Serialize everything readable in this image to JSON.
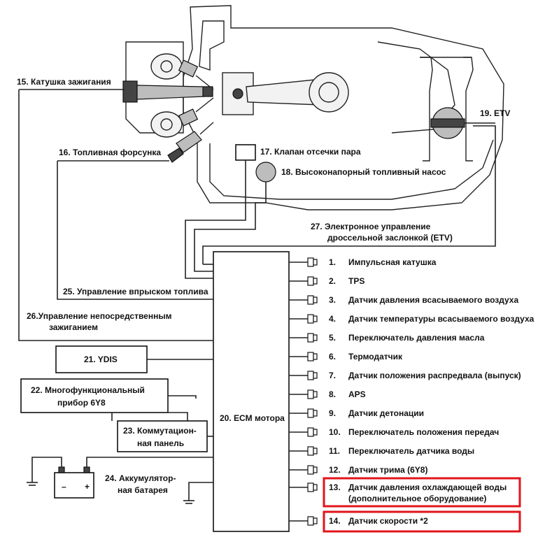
{
  "colors": {
    "highlight": "#e2141c",
    "line": "#222222"
  },
  "labels": {
    "c15": "15. Катушка зажигания",
    "c16": "16. Топливная форсунка",
    "c17": "17. Клапан отсечки пара",
    "c18": "18. Высоконапорный топливный насос",
    "c19": "19. ETV",
    "c27_1": "27.  Электронное управление",
    "c27_2": "дроссельной заслонкой (ETV)",
    "c25": "25. Управление впрыском топлива",
    "c26_1": "26.Управление непосредственным",
    "c26_2": "зажиганием",
    "c21": "21. YDIS",
    "c22_1": "22.  Многофункциональный",
    "c22_2": "прибор 6Y8",
    "c23_1": "23. Коммутацион-",
    "c23_2": "ная панель",
    "c24_1": "24.  Аккумулятор-",
    "c24_2": "ная батарея",
    "c20": "20. ECM мотора",
    "battery_minus": "–",
    "battery_plus": "+"
  },
  "sensors": [
    {
      "num": "1.",
      "text": "Импульсная катушка"
    },
    {
      "num": "2.",
      "text": "TPS"
    },
    {
      "num": "3.",
      "text": "Датчик давления всасываемого воздуха"
    },
    {
      "num": "4.",
      "text": "Датчик температуры всасываемого воздуха"
    },
    {
      "num": "5.",
      "text": "Переключатель давления масла"
    },
    {
      "num": "6.",
      "text": "Термодатчик"
    },
    {
      "num": "7.",
      "text": "Датчик положения распредвала (выпуск)"
    },
    {
      "num": "8.",
      "text": "APS"
    },
    {
      "num": "9.",
      "text": "Датчик детонации"
    },
    {
      "num": "10.",
      "text": "Переключатель положения передач"
    },
    {
      "num": "11.",
      "text": "Переключатель датчика воды"
    },
    {
      "num": "12.",
      "text": "Датчик трима (6Y8)"
    },
    {
      "num": "13.",
      "text": "Датчик давления охлаждающей воды",
      "text2": "(дополнительное оборудование)"
    },
    {
      "num": "14.",
      "text": "Датчик скорости *2"
    }
  ]
}
